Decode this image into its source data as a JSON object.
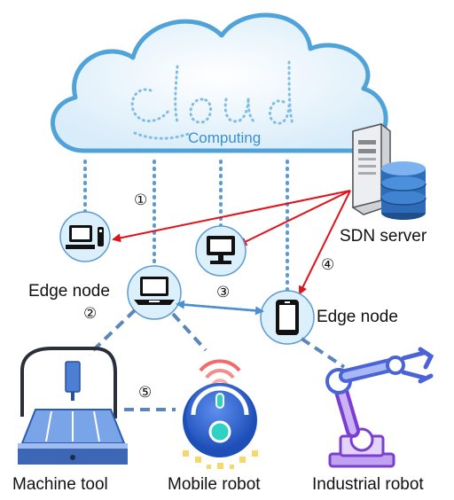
{
  "cloud": {
    "script_text": "cloud",
    "label": "Computing"
  },
  "sdn_server": {
    "label": "SDN server"
  },
  "edge_nodes": [
    {
      "id": "left",
      "label": "Edge node"
    },
    {
      "id": "right",
      "label": "Edge node"
    }
  ],
  "devices": [
    {
      "id": "machine-tool",
      "label": "Machine tool"
    },
    {
      "id": "mobile-robot",
      "label": "Mobile robot"
    },
    {
      "id": "industrial-robot",
      "label": "Industrial robot"
    }
  ],
  "markers": [
    "①",
    "②",
    "③",
    "④",
    "⑤"
  ],
  "colors": {
    "cloud_fill": "#f7fbff",
    "cloud_edge": "#4fa3d9",
    "dotted_link": "#5b9bd5",
    "dashed_link": "#5b86b8",
    "sdn_arrow": "#e0121b",
    "edge_link": "#4a90d0",
    "node_circle": "#dcf0fb",
    "robot_purple": "#8a4bd8",
    "robot_blue": "#2f6fd6"
  }
}
